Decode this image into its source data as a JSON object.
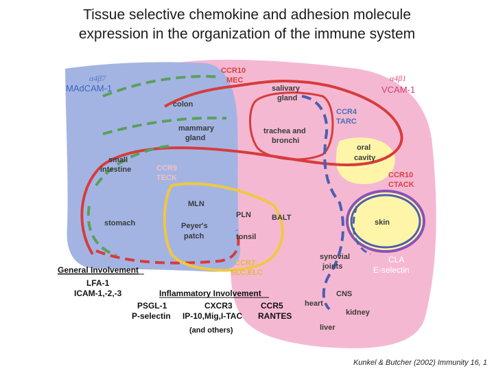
{
  "title": {
    "line1": "Tissue selective chemokine and adhesion molecule",
    "line2": "expression in the organization of the immune system"
  },
  "integrins": {
    "left": "α4β7",
    "left_mol": "MAdCAM-1",
    "right": "α4β1",
    "right_mol": "VCAM-1"
  },
  "chemokines": {
    "ccr10_mec": [
      "CCR10",
      "MEC"
    ],
    "ccr4_tarc": [
      "CCR4",
      "TARC"
    ],
    "ccr9_teck": [
      "CCR9",
      "TECK"
    ],
    "ccr10_ctack": [
      "CCR10",
      "CTACK"
    ],
    "ccr7_slc": [
      "CCR7",
      "SLC,ELC"
    ],
    "cla_esel": [
      "CLA",
      "E-selectin"
    ]
  },
  "tissues": {
    "colon": "colon",
    "salivary": [
      "salivary",
      "gland"
    ],
    "mammary": [
      "mammary",
      "gland"
    ],
    "trachea": [
      "trachea and",
      "bronchi"
    ],
    "oral": [
      "oral",
      "cavity"
    ],
    "small_intestine": [
      "small",
      "intestine"
    ],
    "mln": "MLN",
    "pln": "PLN",
    "balt": "BALT",
    "stomach": "stomach",
    "peyers": [
      "Peyer's",
      "patch"
    ],
    "tonsil": "tonsil",
    "skin": "skin",
    "synovial": [
      "synovial",
      "joints"
    ],
    "cns": "CNS",
    "heart": "heart",
    "kidney": "kidney",
    "liver": "liver"
  },
  "general": {
    "heading": "General Involvement",
    "line1": "LFA-1",
    "line2": "ICAM-1,-2,-3"
  },
  "inflammatory": {
    "heading": "Inflammatory Involvement",
    "col1": [
      "PSGL-1",
      "P-selectin"
    ],
    "col2": [
      "CXCR3",
      "IP-10,Mig,I-TAC",
      "(and others)"
    ],
    "col3": [
      "CCR5",
      "RANTES"
    ]
  },
  "citation": "Kunkel & Butcher (2002) Immunity 16, 1",
  "colors": {
    "blue_region": "#a3b4e3",
    "pink_region": "#f5b8d2",
    "yellow_oral": "#fff5a8",
    "skin_fill": "#fff5a8",
    "red_line": "#d63c3c",
    "blue_dash": "#4a5fb0",
    "green_dash": "#5aa05a",
    "yellow_line": "#f0c840",
    "purple_line": "#8a52b8"
  }
}
